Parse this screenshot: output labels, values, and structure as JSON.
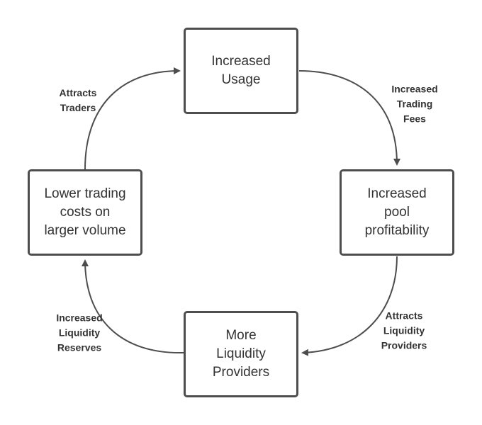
{
  "nodes": {
    "usage": "Increased\nUsage",
    "profitability": "Increased\npool\nprofitability",
    "providers": "More\nLiquidity\nProviders",
    "costs": "Lower trading\ncosts on\nlarger volume"
  },
  "edges": {
    "usage_to_profitability": "Increased\nTrading\nFees",
    "profitability_to_providers": "Attracts\nLiquidity\nProviders",
    "providers_to_costs": "Increased\nLiquidity\nReserves",
    "costs_to_usage": "Attracts\nTraders"
  },
  "colors": {
    "stroke": "#4d4d4d",
    "text": "#333333",
    "background": "#ffffff"
  }
}
